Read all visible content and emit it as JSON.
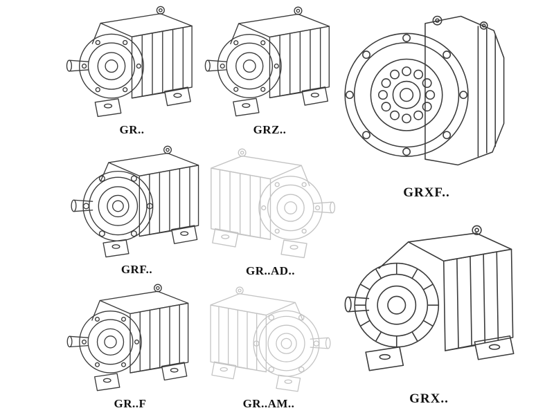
{
  "page": {
    "background_color": "#ffffff",
    "drawing_color": "#3a3a3a",
    "faded_drawing_color": "#c3c3c3",
    "label_color": "#111111"
  },
  "products": [
    {
      "id": "gr",
      "label": "GR.."
    },
    {
      "id": "grz",
      "label": "GRZ.."
    },
    {
      "id": "grxf",
      "label": "GRXF.."
    },
    {
      "id": "grf",
      "label": "GRF.."
    },
    {
      "id": "gr-ad",
      "label": "GR..AD.."
    },
    {
      "id": "gr-f",
      "label": "GR..F"
    },
    {
      "id": "gr-am",
      "label": "GR..AM.."
    },
    {
      "id": "grx",
      "label": "GRX.."
    }
  ]
}
